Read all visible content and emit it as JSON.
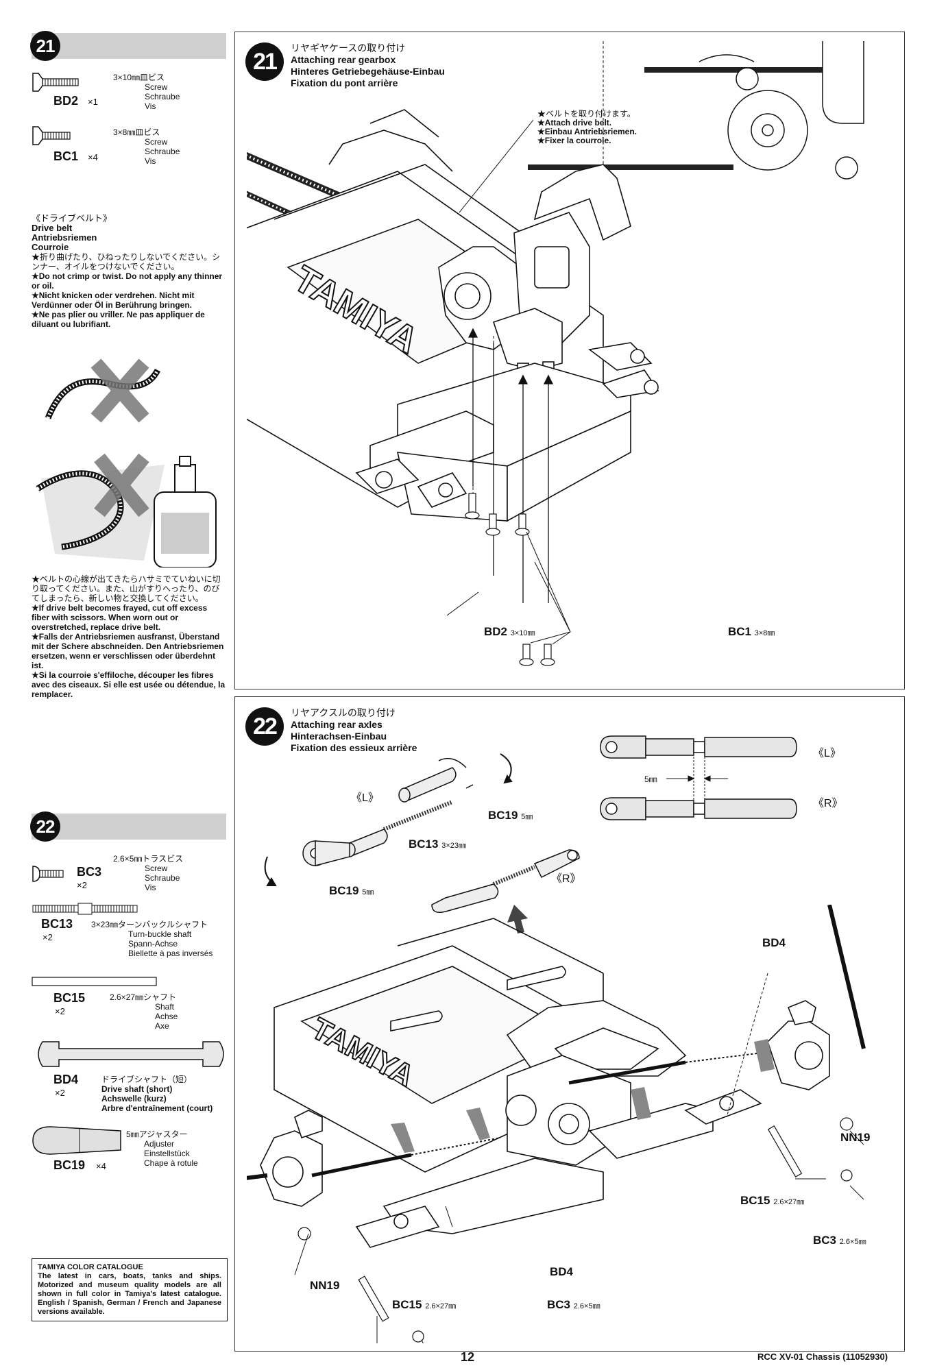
{
  "page_number": "12",
  "footer_text": "RCC XV-01 Chassis (11052930)",
  "left_column": {
    "step21": {
      "number": "21",
      "parts": [
        {
          "code": "BD2",
          "qty": "×1",
          "spec": "3×10㎜皿ビス",
          "names": [
            "Screw",
            "Schraube",
            "Vis"
          ]
        },
        {
          "code": "BC1",
          "qty": "×4",
          "spec": "3×8㎜皿ビス",
          "names": [
            "Screw",
            "Schraube",
            "Vis"
          ]
        }
      ],
      "drive_belt_note": {
        "title_jp": "《ドライブベルト》",
        "title_en": "Drive belt",
        "title_de": "Antriebsriemen",
        "title_fr": "Courroie",
        "warn_jp": "★折り曲げたり、ひねったりしないでください。シンナー、オイルをつけないでください。",
        "warn_en": "★Do not crimp or twist. Do not apply any thinner or oil.",
        "warn_de": "★Nicht knicken oder verdrehen. Nicht mit Verdünner oder Öl in Berührung bringen.",
        "warn_fr": "★Ne pas plier ou vriller. Ne pas appliquer de diluant ou lubrifiant."
      },
      "fray_note": {
        "jp": "★ベルトの心線が出てきたらハサミでていねいに切り取ってください。また、山がすりへったり、のびてしまったら、新しい物と交換してください。",
        "en": "★If drive belt becomes frayed, cut off excess fiber with scissors. When worn out or overstretched, replace drive belt.",
        "de": "★Falls der Antriebsriemen ausfranst, Überstand mit der Schere abschneiden. Den Antriebsriemen ersetzen, wenn er verschlissen oder überdehnt ist.",
        "fr": "★Si la courroie s'effiloche, découper les fibres avec des ciseaux. Si elle est usée ou détendue, la remplacer."
      }
    },
    "step22": {
      "number": "22",
      "parts": [
        {
          "code": "BC3",
          "qty": "×2",
          "spec": "2.6×5㎜トラスビス",
          "names": [
            "Screw",
            "Schraube",
            "Vis"
          ]
        },
        {
          "code": "BC13",
          "qty": "×2",
          "spec": "3×23㎜ターンバックルシャフト",
          "names": [
            "Turn-buckle shaft",
            "Spann-Achse",
            "Biellette à pas inversés"
          ]
        },
        {
          "code": "BC15",
          "qty": "×2",
          "spec": "2.6×27㎜シャフト",
          "names": [
            "Shaft",
            "Achse",
            "Axe"
          ]
        },
        {
          "code": "BD4",
          "qty": "×2",
          "spec": "ドライブシャフト（短）",
          "names": [
            "Drive shaft (short)",
            "Achswelle (kurz)",
            "Arbre d'entraînement (court)"
          ]
        },
        {
          "code": "BC19",
          "qty": "×4",
          "spec": "5㎜アジャスター",
          "names": [
            "Adjuster",
            "Einstellstück",
            "Chape à rotule"
          ]
        }
      ]
    },
    "catalogue": {
      "title": "TAMIYA COLOR CATALOGUE",
      "body": "The latest in cars, boats, tanks and ships. Motorized and museum quality models are all shown in full color in Tamiya's latest catalogue. English / Spanish, German / French and Japanese versions available."
    }
  },
  "panel21": {
    "number": "21",
    "title_jp": "リヤギヤケースの取り付け",
    "title_en": "Attaching rear gearbox",
    "title_de": "Hinteres Getriebegehäuse-Einbau",
    "title_fr": "Fixation du pont arrière",
    "belt_callout": [
      "★ベルトを取り付けます。",
      "★Attach drive belt.",
      "★Einbau Antriebsriemen.",
      "★Fixer la courroie."
    ],
    "label_bd2": "BD2",
    "label_bd2_size": "3×10㎜",
    "label_bc1": "BC1",
    "label_bc1_size": "3×8㎜"
  },
  "panel22": {
    "number": "22",
    "title_jp": "リヤアクスルの取り付け",
    "title_en": "Attaching rear axles",
    "title_de": "Hinterachsen-Einbau",
    "title_fr": "Fixation des essieux arrière",
    "label_L": "《L》",
    "label_R": "《R》",
    "label_5mm": "5㎜",
    "label_bc19": "BC19",
    "label_bc19_size": "5㎜",
    "label_bc13": "BC13",
    "label_bc13_size": "3×23㎜",
    "label_bd4": "BD4",
    "label_nn19": "NN19",
    "label_bc15": "BC15",
    "label_bc15_size": "2.6×27㎜",
    "label_bc3": "BC3",
    "label_bc3_size": "2.6×5㎜"
  }
}
